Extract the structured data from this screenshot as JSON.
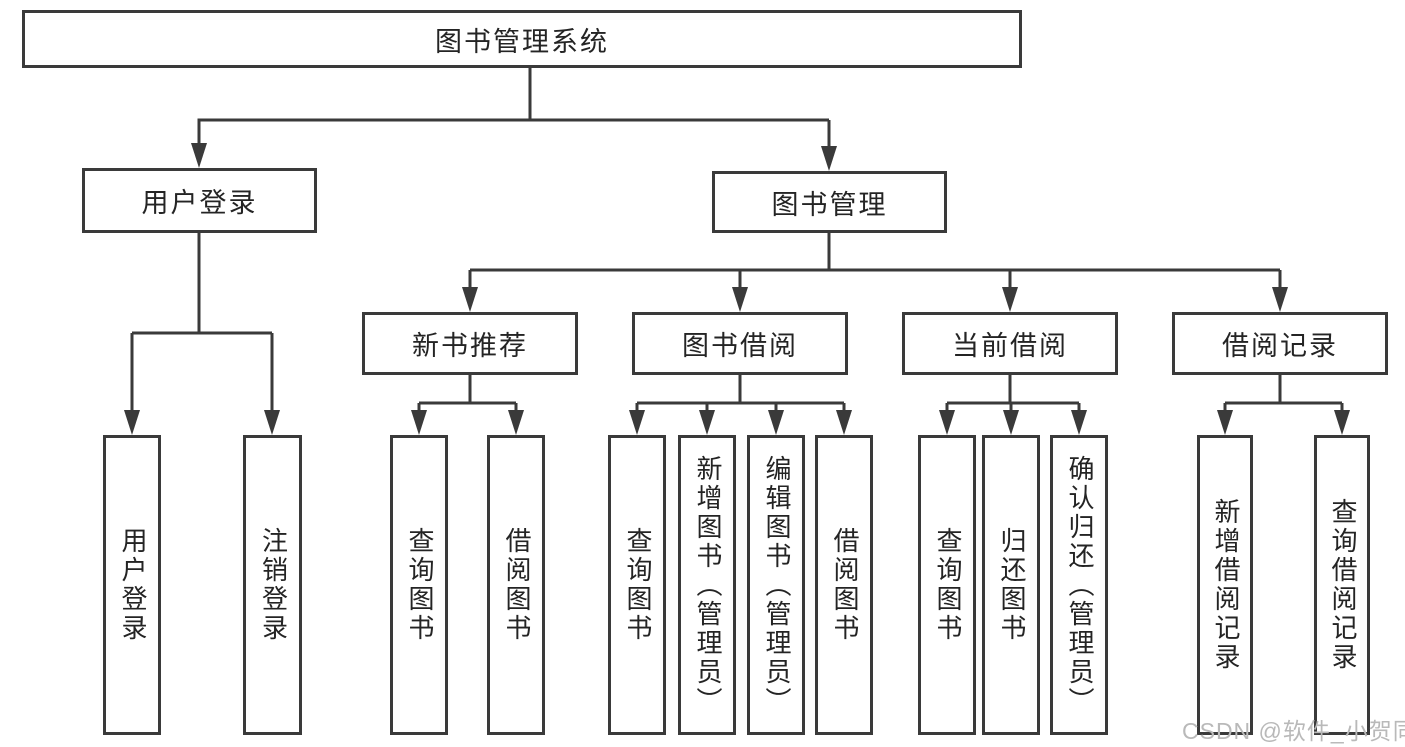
{
  "colors": {
    "line": "#3a3a3a",
    "box_border": "#3a3a3a",
    "text": "#242424",
    "watermark": "#b9b9b9",
    "background": "#ffffff"
  },
  "watermark": "CSDN @软件_小贺同学",
  "tree": {
    "root": {
      "label": "图书管理系统",
      "children": [
        {
          "label": "用户登录",
          "children": [
            {
              "label": "用户登录"
            },
            {
              "label": "注销登录"
            }
          ]
        },
        {
          "label": "图书管理",
          "children": [
            {
              "label": "新书推荐",
              "children": [
                {
                  "label": "查询图书"
                },
                {
                  "label": "借阅图书"
                }
              ]
            },
            {
              "label": "图书借阅",
              "children": [
                {
                  "label": "查询图书"
                },
                {
                  "label": "新增图书（管理员）"
                },
                {
                  "label": "编辑图书（管理员）"
                },
                {
                  "label": "借阅图书"
                }
              ]
            },
            {
              "label": "当前借阅",
              "children": [
                {
                  "label": "查询图书"
                },
                {
                  "label": "归还图书"
                },
                {
                  "label": "确认归还（管理员）"
                }
              ]
            },
            {
              "label": "借阅记录",
              "children": [
                {
                  "label": "新增借阅记录"
                },
                {
                  "label": "查询借阅记录"
                }
              ]
            }
          ]
        }
      ]
    }
  }
}
